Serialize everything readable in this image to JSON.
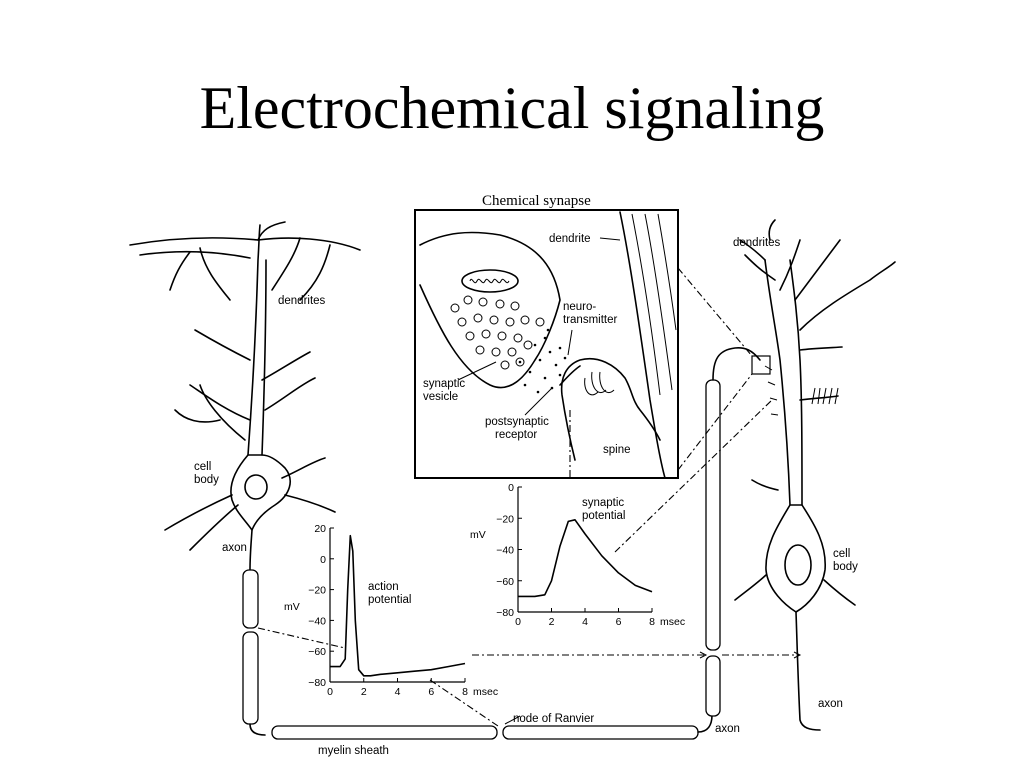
{
  "slide": {
    "title": "Electrochemical signaling"
  },
  "diagram": {
    "left_neuron": {
      "dendrites_label": "dendrites",
      "cell_body_label_1": "cell",
      "cell_body_label_2": "body",
      "axon_label": "axon"
    },
    "synapse_box": {
      "title": "Chemical synapse",
      "dendrite_label": "dendrite",
      "neurotransmitter_label_1": "neuro-",
      "neurotransmitter_label_2": "transmitter",
      "synaptic_vesicle_label_1": "synaptic",
      "synaptic_vesicle_label_2": "vesicle",
      "postsynaptic_receptor_label_1": "postsynaptic",
      "postsynaptic_receptor_label_2": "receptor",
      "spine_label": "spine"
    },
    "right_neuron": {
      "dendrites_label": "dendrites",
      "cell_body_label_1": "cell",
      "cell_body_label_2": "body",
      "axon_label": "axon"
    },
    "bottom_axon": {
      "node_label": "node of Ranvier",
      "myelin_label": "myelin sheath",
      "axon_label": "axon"
    }
  },
  "chart_data": [
    {
      "type": "line",
      "series": [
        {
          "name": "action potential",
          "x": [
            0,
            0.6,
            0.9,
            1.05,
            1.2,
            1.35,
            1.5,
            1.7,
            2.0,
            2.4,
            3,
            4,
            5,
            6,
            7,
            8
          ],
          "y": [
            -70,
            -70,
            -65,
            -20,
            15,
            5,
            -40,
            -72,
            -76,
            -76,
            -75,
            -74,
            -73,
            -72,
            -70,
            -68
          ]
        }
      ],
      "annotation_1": "action",
      "annotation_2": "potential",
      "ylabel": "mV",
      "xunit": "msec",
      "xlim": [
        0,
        8
      ],
      "ylim": [
        -80,
        20
      ],
      "xticks": [
        "0",
        "2",
        "4",
        "6",
        "8"
      ],
      "yticks": [
        "20",
        "0",
        "−20",
        "−40",
        "−60",
        "−80"
      ]
    },
    {
      "type": "line",
      "series": [
        {
          "name": "synaptic potential",
          "x": [
            0,
            1,
            1.6,
            2.0,
            2.5,
            3.0,
            3.4,
            4,
            5,
            6,
            7,
            8
          ],
          "y": [
            -70,
            -70,
            -69,
            -60,
            -38,
            -22,
            -21,
            -30,
            -44,
            -55,
            -63,
            -67
          ]
        }
      ],
      "annotation_1": "synaptic",
      "annotation_2": "potential",
      "ylabel": "mV",
      "xunit": "msec",
      "xlim": [
        0,
        8
      ],
      "ylim": [
        -80,
        0
      ],
      "xticks": [
        "0",
        "2",
        "4",
        "6",
        "8"
      ],
      "yticks": [
        "0",
        "−20",
        "−40",
        "−60",
        "−80"
      ]
    }
  ]
}
